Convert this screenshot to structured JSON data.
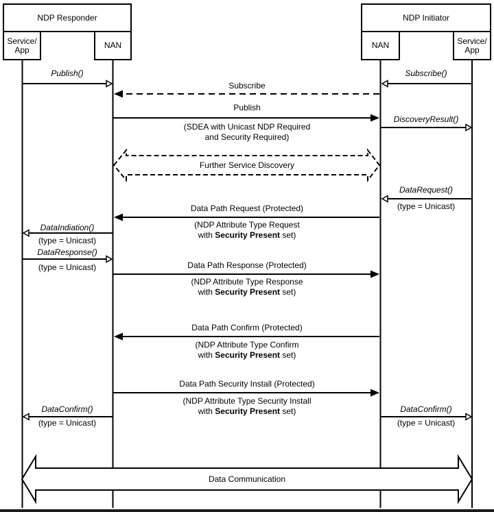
{
  "colors": {
    "line": "#000000",
    "background": "#ffffff"
  },
  "actors": {
    "responder": {
      "title": "NDP Responder",
      "service_app_line1": "Service/",
      "service_app_line2": "App",
      "nan": "NAN"
    },
    "initiator": {
      "title": "NDP Initiator",
      "nan": "NAN",
      "service_app_line1": "Service/",
      "service_app_line2": "App"
    }
  },
  "calls": {
    "publish": {
      "label": "Publish()"
    },
    "subscribe": {
      "label": "Subscribe()"
    },
    "discovery_result": {
      "label": "DiscoveryResult()"
    },
    "data_request": {
      "label": "DataRequest()",
      "param": "(type = Unicast)"
    },
    "data_indication": {
      "label": "DataIndiation()",
      "param": "(type = Unicast)"
    },
    "data_response": {
      "label": "DataResponse()",
      "param": "(type = Unicast)"
    },
    "data_confirm_responder": {
      "label": "DataConfirm()",
      "param": "(type = Unicast)"
    },
    "data_confirm_initiator": {
      "label": "DataConfirm()",
      "param": "(type = Unicast)"
    }
  },
  "ota": {
    "subscribe": {
      "title": "Subscribe"
    },
    "publish": {
      "title": "Publish",
      "note_line1": "(SDEA with Unicast NDP Required",
      "note_line2": "and Security Required)"
    },
    "further_discovery": {
      "title": "Further Service Discovery"
    },
    "dp_request": {
      "title": "Data Path Request (Protected)",
      "note_line1": "(NDP Attribute Type Request",
      "note_pre": "with ",
      "note_bold": "Security Present",
      "note_post": " set)"
    },
    "dp_response": {
      "title": "Data Path Response (Protected)",
      "note_line1": "(NDP Attribute Type Response",
      "note_pre": "with ",
      "note_bold": "Security Present",
      "note_post": " set)"
    },
    "dp_confirm": {
      "title": "Data Path Confirm (Protected)",
      "note_line1": "(NDP Attribute Type Confirm",
      "note_pre": "with ",
      "note_bold": "Security Present",
      "note_post": " set)"
    },
    "dp_security_install": {
      "title": "Data Path Security Install (Protected)",
      "note_line1": "(NDP Attribute Type Security Install",
      "note_pre": "with ",
      "note_bold": "Security Present",
      "note_post": " set)"
    },
    "data_communication": {
      "title": "Data Communication"
    }
  }
}
